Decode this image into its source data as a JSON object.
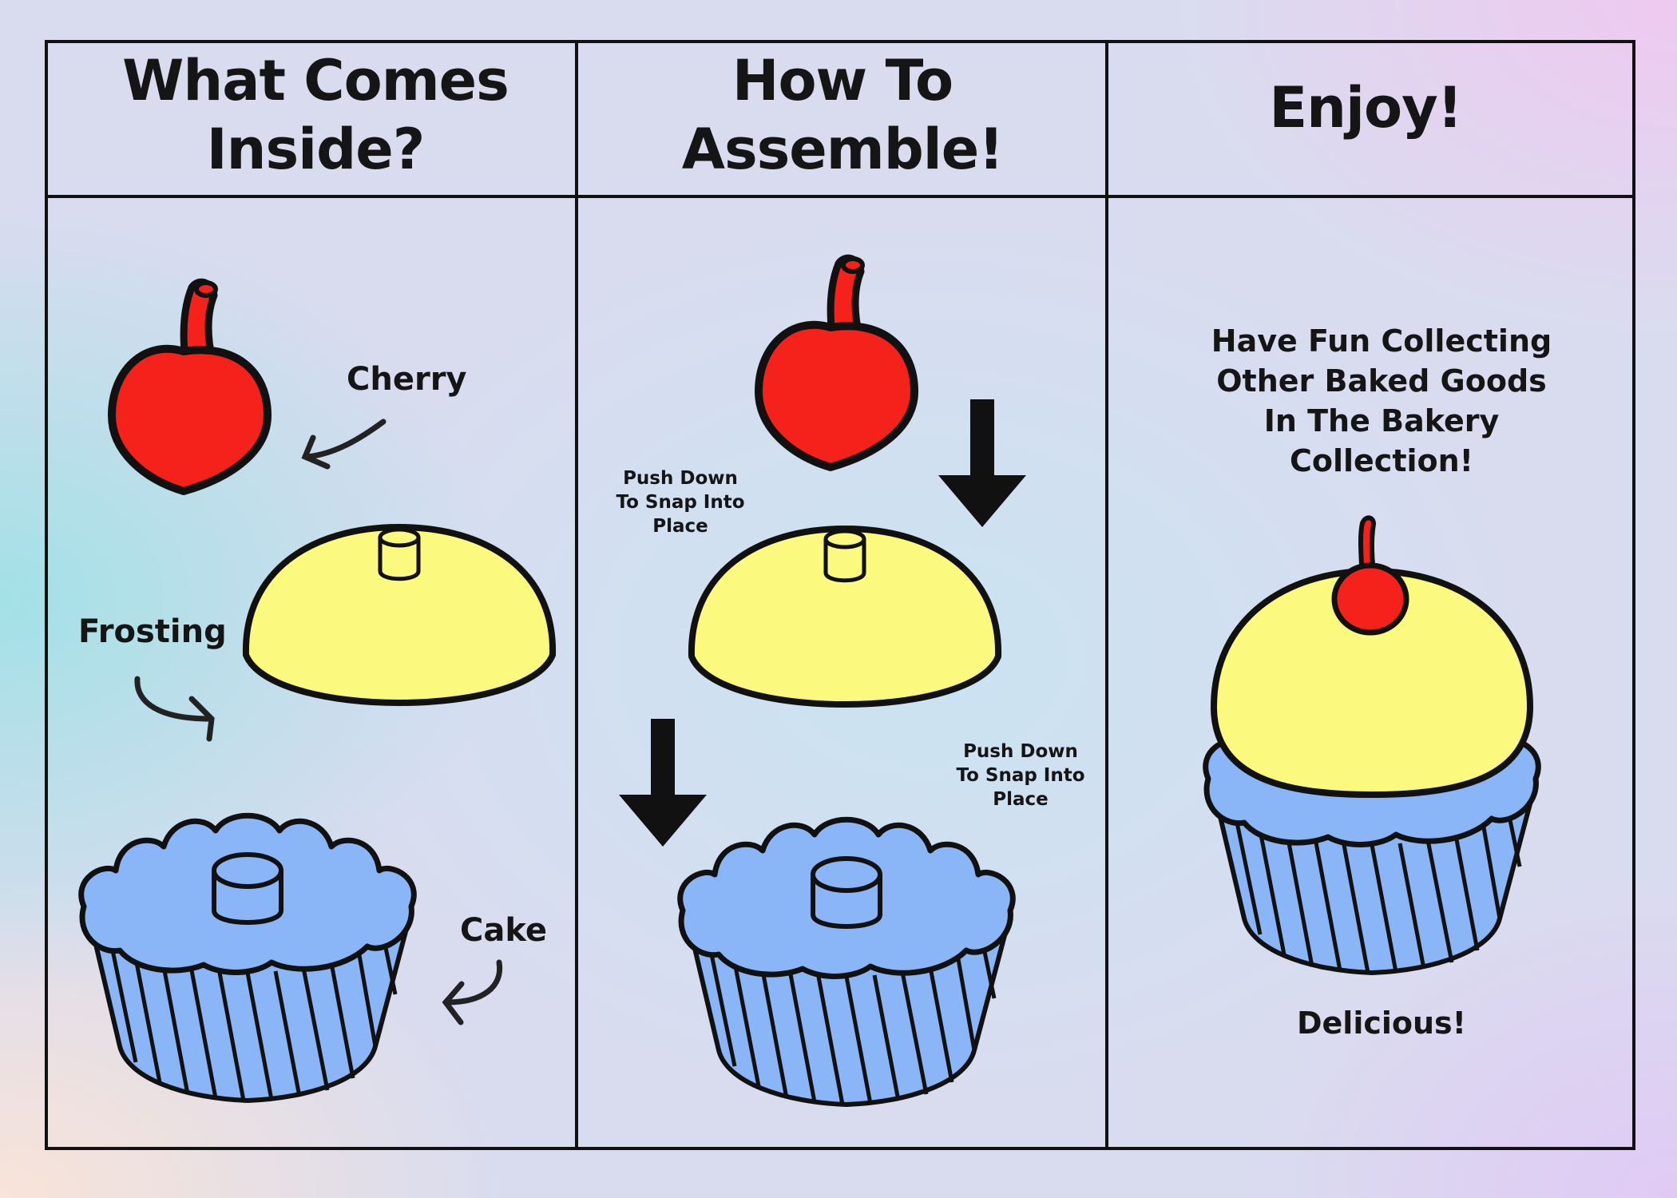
{
  "columns": [
    {
      "title": "What Comes Inside?"
    },
    {
      "title": "How To Assemble!"
    },
    {
      "title": "Enjoy!"
    }
  ],
  "parts": {
    "cherry_label": "Cherry",
    "frosting_label": "Frosting",
    "cake_label": "Cake"
  },
  "assembly": {
    "step_top_note": "Push Down\nTo Snap Into\nPlace",
    "step_bottom_note": "Push Down\nTo Snap Into\nPlace"
  },
  "enjoy": {
    "message": "Have Fun Collecting\nOther Baked Goods\nIn The Bakery\nCollection!",
    "caption": "Delicious!"
  },
  "colors": {
    "cherry": "#f5221b",
    "frosting": "#fcf97f",
    "cake": "#8ab6f8",
    "outline": "#111111"
  }
}
